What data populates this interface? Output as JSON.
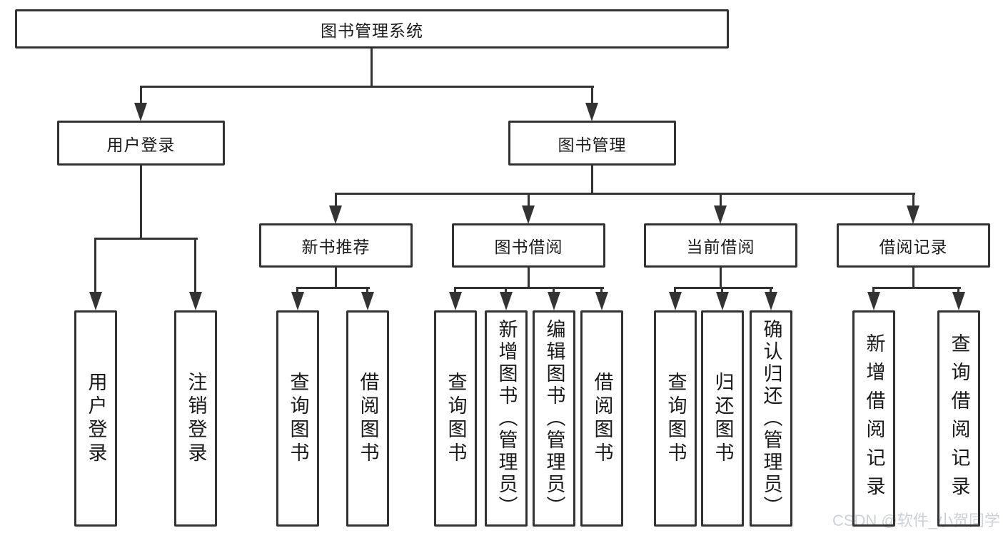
{
  "diagram": {
    "root": "图书管理系统",
    "level2": {
      "user_login": "用户登录",
      "book_mgmt": "图书管理"
    },
    "level3": {
      "new_book_rec": "新书推荐",
      "book_borrow": "图书借阅",
      "current_borrow": "当前借阅",
      "borrow_records": "借阅记录"
    },
    "leaves": {
      "user_login": [
        "用户登录",
        "注销登录"
      ],
      "new_book_rec": [
        "查询图书",
        "借阅图书"
      ],
      "book_borrow": [
        "查询图书",
        "新增图书（管理员）",
        "编辑图书（管理员）",
        "借阅图书"
      ],
      "current_borrow": [
        "查询图书",
        "归还图书",
        "确认归还（管理员）"
      ],
      "borrow_records": [
        "新增借阅记录",
        "查询借阅记录"
      ]
    }
  },
  "watermark": "CSDN @软件_小贺同学",
  "colors": {
    "line": "#333333",
    "text": "#1a1a1a",
    "watermark": "#ccd0d8",
    "background": "#ffffff"
  }
}
